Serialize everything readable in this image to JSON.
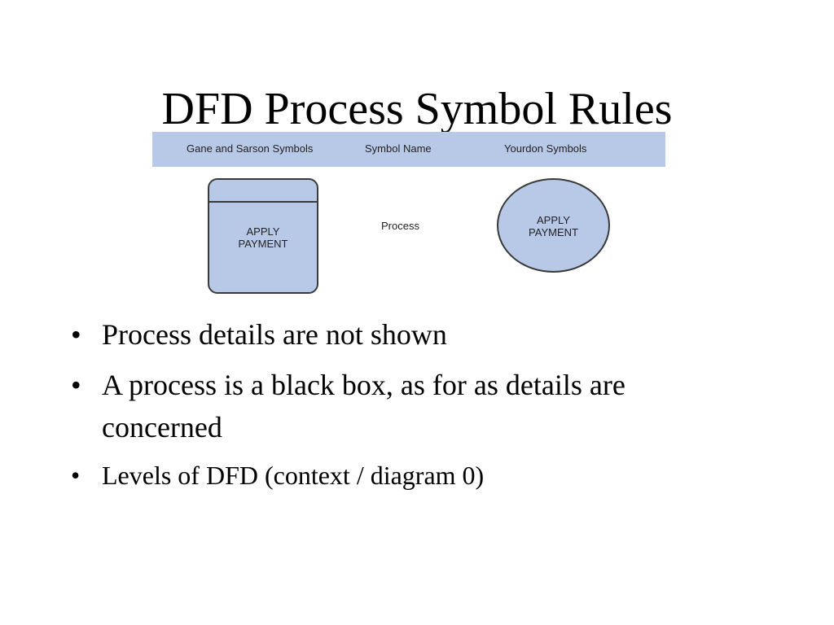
{
  "slide": {
    "title": "DFD Process Symbol Rules"
  },
  "figure": {
    "headers": {
      "gane_sarson": "Gane and Sarson Symbols",
      "symbol_name": "Symbol Name",
      "yourdon": "Yourdon Symbols"
    },
    "gane_sarson_label_line1": "APPLY",
    "gane_sarson_label_line2": "PAYMENT",
    "symbol_name": "Process",
    "yourdon_label_line1": "APPLY",
    "yourdon_label_line2": "PAYMENT",
    "colors": {
      "fill": "#b8c9e8",
      "stroke": "#3a3a3a"
    }
  },
  "bullets": {
    "marker": "•",
    "items": [
      "Process details are not shown",
      "A process is a black box, as for as details are concerned",
      "Levels of DFD (context / diagram 0)"
    ]
  }
}
